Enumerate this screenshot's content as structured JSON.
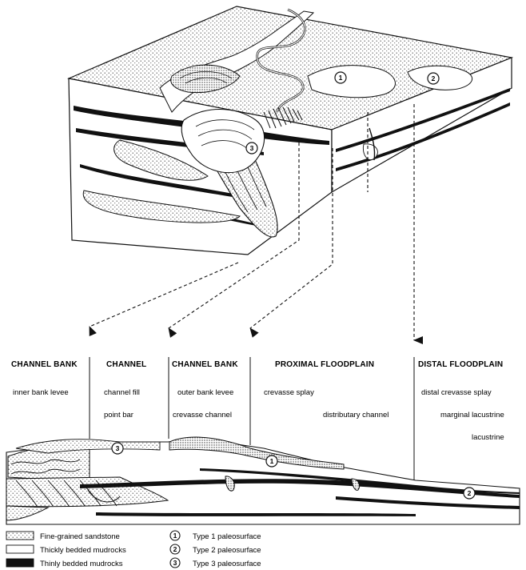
{
  "zones": [
    {
      "title": "CHANNEL BANK",
      "items": [
        "inner bank levee"
      ]
    },
    {
      "title": "CHANNEL",
      "items": [
        "channel fill",
        "point bar"
      ]
    },
    {
      "title": "CHANNEL BANK",
      "items": [
        "outer bank levee",
        "crevasse channel"
      ]
    },
    {
      "title": "PROXIMAL FLOODPLAIN",
      "items": [
        "crevasse splay",
        "distributary channel"
      ]
    },
    {
      "title": "DISTAL FLOODPLAIN",
      "items": [
        "distal crevasse splay",
        "marginal lacustrine",
        "lacustrine"
      ]
    }
  ],
  "markers": {
    "m1": "1",
    "m2": "2",
    "m3": "3"
  },
  "legend": {
    "lithology": [
      {
        "label": "Fine-grained sandstone",
        "pattern": "dotted"
      },
      {
        "label": "Thickly bedded mudrocks",
        "pattern": "white"
      },
      {
        "label": "Thinly bedded mudrocks",
        "pattern": "black"
      }
    ],
    "paleosurfaces": [
      {
        "num": "1",
        "label": "Type 1 paleosurface"
      },
      {
        "num": "2",
        "label": "Type 2 paleosurface"
      },
      {
        "num": "3",
        "label": "Type 3 paleosurface"
      }
    ]
  }
}
